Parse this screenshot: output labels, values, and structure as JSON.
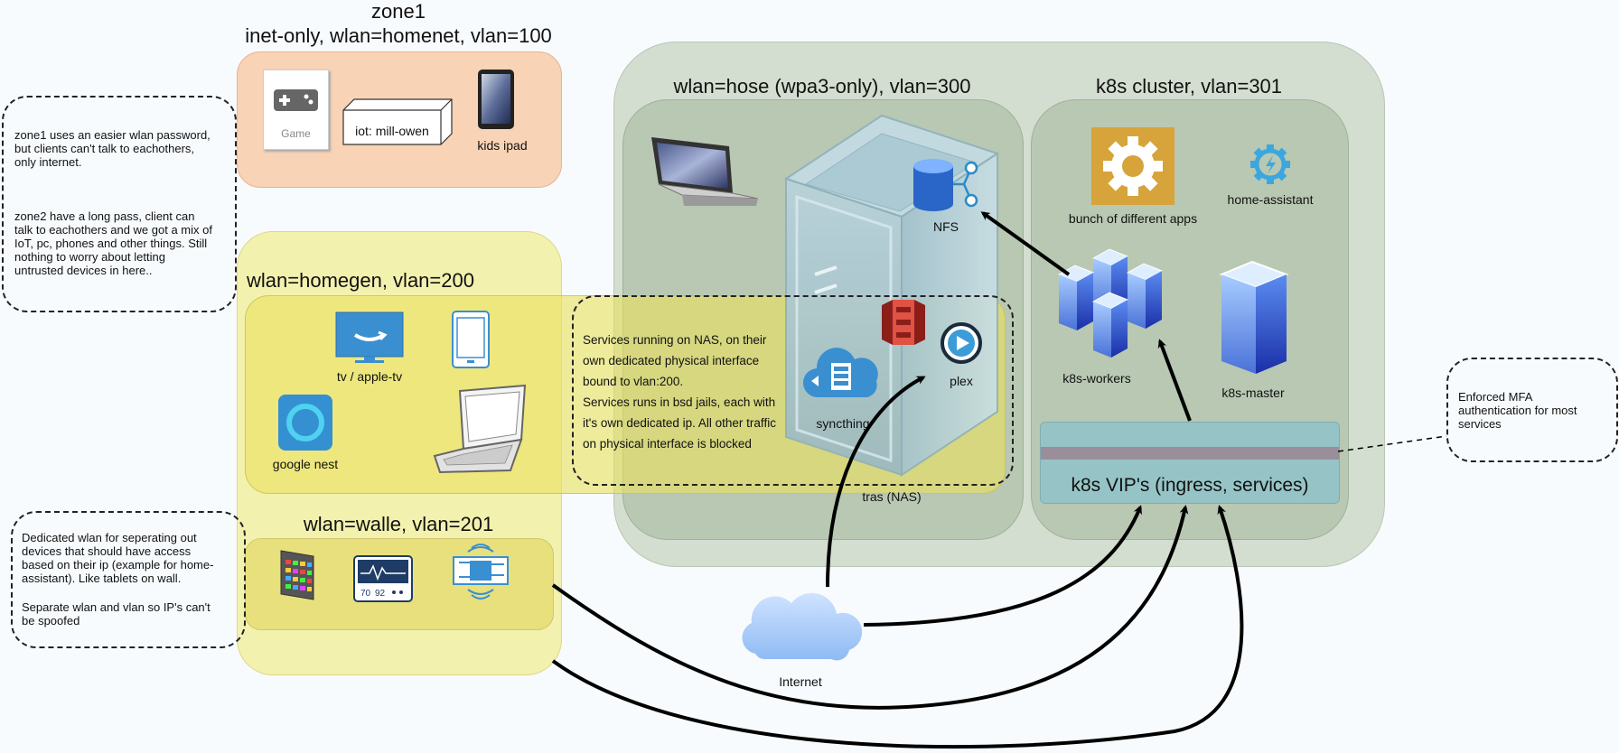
{
  "zone1": {
    "title": "zone1",
    "subtitle": "inet-only, wlan=homenet, vlan=100",
    "devices": {
      "game": "Game",
      "iot": "iot: mill-owen",
      "ipad": "kids ipad"
    }
  },
  "homegen": {
    "title": "wlan=homegen, vlan=200",
    "devices": {
      "tv": "tv / apple-tv",
      "nest": "google nest"
    }
  },
  "walle": {
    "title": "wlan=walle, vlan=201"
  },
  "hose": {
    "title": "wlan=hose (wpa3-only), vlan=300",
    "nas_label": "tras (NAS)",
    "nfs": "NFS",
    "plex": "plex",
    "syncthing": "syncthing",
    "services_note": [
      "Services running on NAS, on their",
      "own dedicated physical interface",
      "bound to vlan:200.",
      "Services runs in bsd jails, each with",
      "it's own dedicated ip. All other traffic",
      "on physical interface is blocked"
    ]
  },
  "k8s": {
    "title": "k8s cluster, vlan=301",
    "apps": "bunch of different apps",
    "home_assistant": "home-assistant",
    "workers": "k8s-workers",
    "master": "k8s-master",
    "vip": "k8s VIP's (ingress, services)"
  },
  "internet": "Internet",
  "notes": {
    "zone_note_1": [
      "zone1 uses an easier wlan password,",
      "but clients can't talk to eachothers,",
      "only internet."
    ],
    "zone_note_2": [
      "zone2 have a long pass, client can",
      "talk to eachothers and we got a mix of",
      "IoT, pc, phones and other things. Still",
      "nothing to worry about letting",
      "untrusted devices in here.."
    ],
    "walle_note_1": [
      "Dedicated wlan for seperating out",
      "devices that should have access",
      "based on their ip (example for home-",
      "assistant). Like tablets on wall."
    ],
    "walle_note_2": [
      "Separate wlan and vlan so IP's can't",
      "be spoofed"
    ],
    "mfa_note": [
      "Enforced MFA",
      "authentication for most",
      "services"
    ]
  },
  "colors": {
    "zone1_fill": "#f9d3b5",
    "homegen_outer": "#f2eeaa",
    "homegen_band": "#e9e27a",
    "cluster_outer": "#d3ddd0",
    "inner_panel": "#b8c8b2",
    "vip_fill": "#96c4c6",
    "vip_bar": "#9a8e9a"
  },
  "icons": [
    "gamepad-icon",
    "iot-box-icon",
    "tablet-icon",
    "laptop-icon",
    "server-tower-icon",
    "database-icon",
    "aws-s3-icon",
    "play-icon",
    "cloud-sync-icon",
    "gear-icon",
    "home-assistant-icon",
    "server-cluster-icon",
    "server-icon",
    "tv-icon",
    "alexa-icon",
    "dashboard-icon",
    "monitor-icon",
    "circuit-icon",
    "cloud-icon"
  ]
}
